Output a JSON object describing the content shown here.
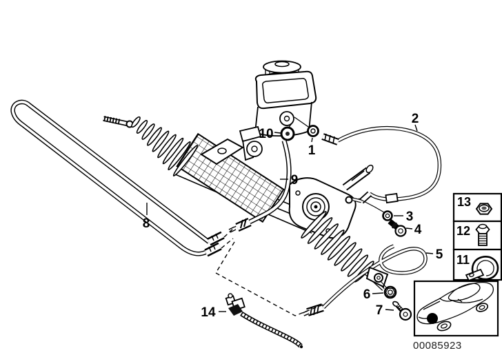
{
  "colors": {
    "background": "#ffffff",
    "line": "#000000",
    "footer_text": "#1c1c1c"
  },
  "callouts": {
    "c1": "1",
    "c2": "2",
    "c3": "3",
    "c4": "4",
    "c5": "5",
    "c6": "6",
    "c7": "7",
    "c8": "8",
    "c9": "9",
    "c10": "10",
    "c11": "11",
    "c12": "12",
    "c13": "13",
    "c14": "14"
  },
  "icons": {
    "box13": "hex-nut-icon",
    "box12": "hex-bolt-icon",
    "box11": "pipe-clamp-icon",
    "car": "car-location-icon",
    "marker": "location-dot"
  },
  "footer": {
    "diagram_number": "00085923"
  }
}
